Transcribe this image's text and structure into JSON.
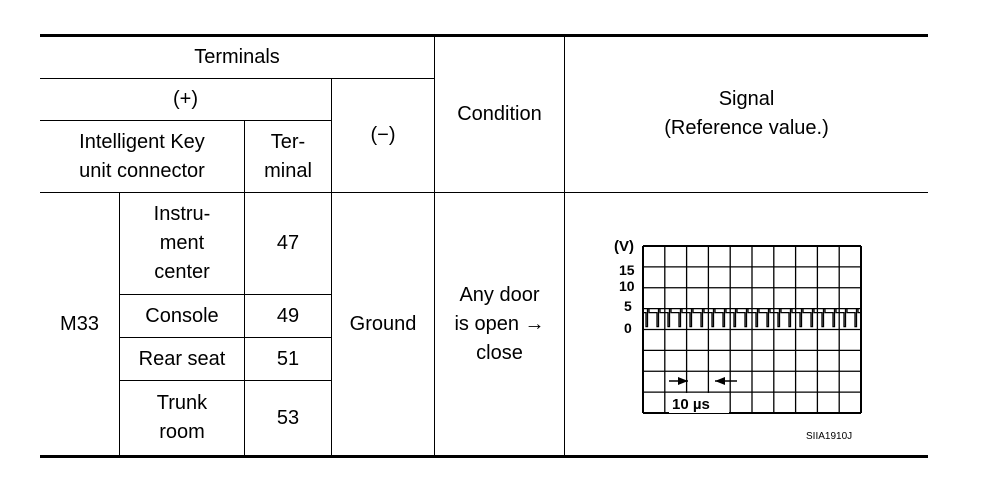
{
  "header": {
    "terminals": "Terminals",
    "plus": "(+)",
    "minus": "(−)",
    "connector_line1": "Intelligent Key",
    "connector_line2": "unit connector",
    "terminal_line1": "Ter-",
    "terminal_line2": "minal",
    "condition": "Condition",
    "signal_line1": "Signal",
    "signal_line2": "(Reference value.)"
  },
  "body": {
    "connector": "M33",
    "ground": "Ground",
    "condition_line1": "Any door",
    "condition_line2": "is open →",
    "condition_line3": "close",
    "rows": [
      {
        "location_lines": [
          "Instru-",
          "ment",
          "center"
        ],
        "terminal": "47"
      },
      {
        "location_lines": [
          "Console"
        ],
        "terminal": "49"
      },
      {
        "location_lines": [
          "Rear seat"
        ],
        "terminal": "51"
      },
      {
        "location_lines": [
          "Trunk",
          "room"
        ],
        "terminal": "53"
      }
    ]
  },
  "signal_graph": {
    "unit_label": "(V)",
    "y_ticks": [
      "15",
      "10",
      "5",
      "0"
    ],
    "time_label": "10 µs",
    "figure_id": "SIIA1910J"
  }
}
